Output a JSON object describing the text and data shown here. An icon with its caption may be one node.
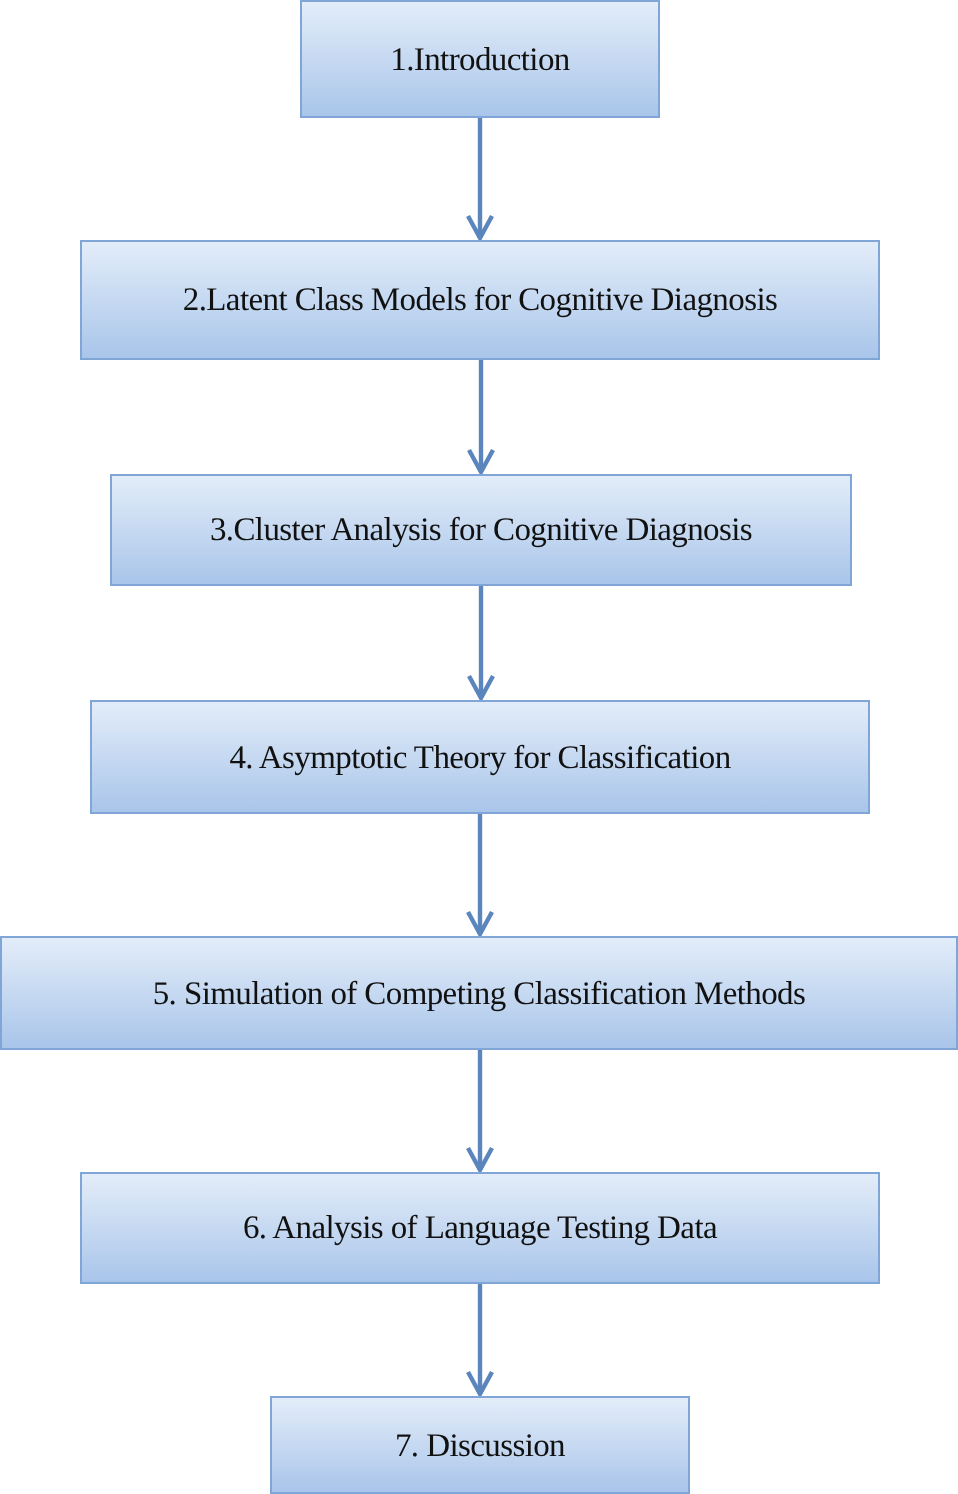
{
  "diagram": {
    "nodes": [
      {
        "text": [
          "1.Introduction"
        ]
      },
      {
        "text": [
          "2.Latent Class Models for Cognitive Diagnosis"
        ]
      },
      {
        "text": [
          "3.Cluster Analysis for Cognitive Diagnosis"
        ]
      },
      {
        "text": [
          "4. Asymptotic Theory for Classification"
        ]
      },
      {
        "text": [
          "5. Simulation of Competing Classification Methods"
        ]
      },
      {
        "text": [
          "6. Analysis of Language Testing Data"
        ]
      },
      {
        "text": [
          "7. Discussion"
        ]
      }
    ],
    "edges": [
      {
        "from": 0,
        "to": 1,
        "arrow": "to"
      },
      {
        "from": 1,
        "to": 2,
        "arrow": "to"
      },
      {
        "from": 2,
        "to": 3,
        "arrow": "to"
      },
      {
        "from": 3,
        "to": 4,
        "arrow": "to"
      },
      {
        "from": 4,
        "to": 5,
        "arrow": "to"
      },
      {
        "from": 5,
        "to": 6,
        "arrow": "to"
      }
    ]
  }
}
